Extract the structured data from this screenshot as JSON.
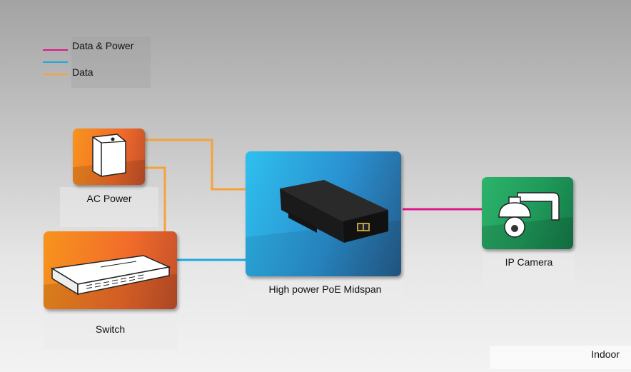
{
  "legend": {
    "items": [
      {
        "label": "Data & Power",
        "color": "#e0168a"
      },
      {
        "label": "",
        "color": "#1ea8e0"
      },
      {
        "label": "Data",
        "color": "#f5a23c"
      }
    ]
  },
  "nodes": {
    "ac_power": {
      "label": "AC Power",
      "icon": "ups-icon"
    },
    "switch": {
      "label": "Switch",
      "icon": "network-switch-icon"
    },
    "midspan": {
      "label": "High power PoE Midspan",
      "icon": "poe-injector-icon"
    },
    "camera": {
      "label": "IP Camera",
      "icon": "dome-camera-icon"
    }
  },
  "environment": "Indoor",
  "colors": {
    "data_power": "#e0168a",
    "data_blue": "#1ea8e0",
    "data_orange": "#f5a23c"
  }
}
